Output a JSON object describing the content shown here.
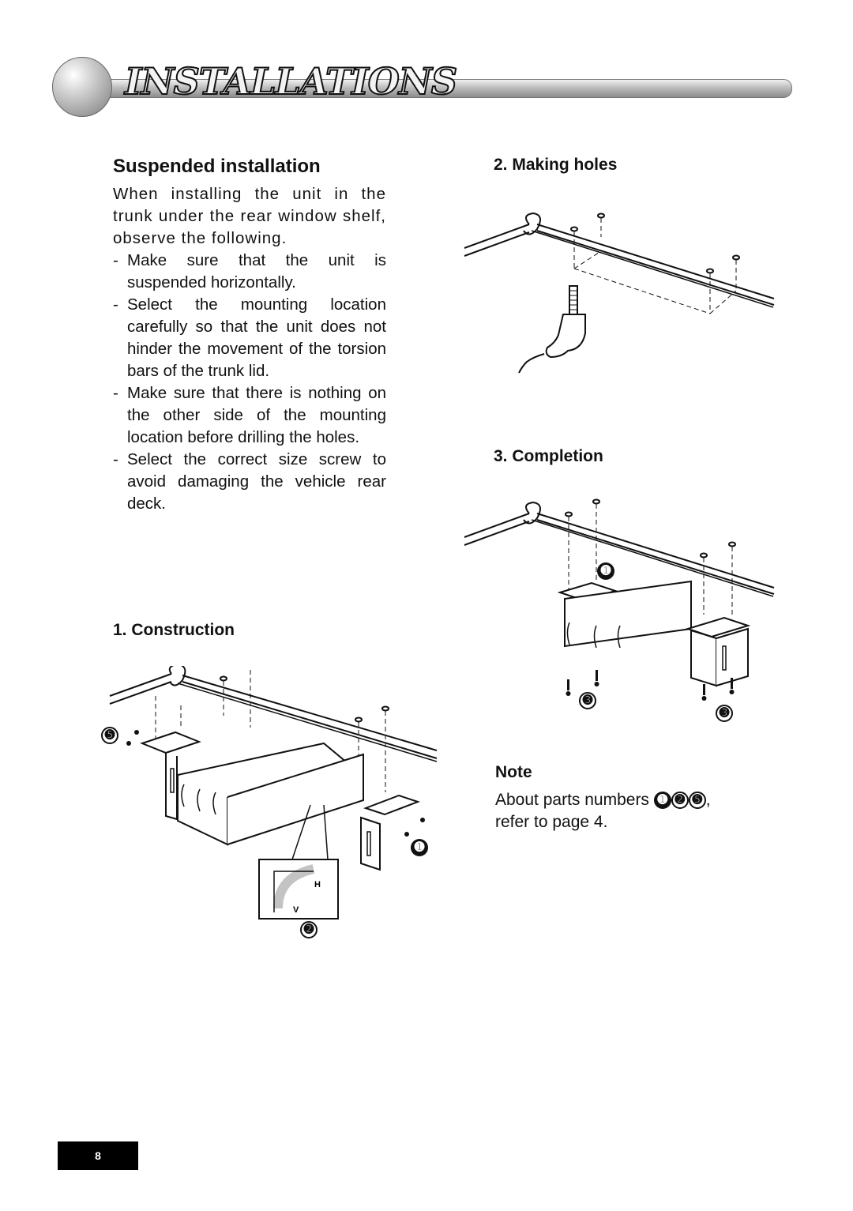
{
  "header": {
    "title": "INSTALLATIONS"
  },
  "left": {
    "heading": "Suspended installation",
    "intro": "When installing the unit in the trunk under the rear window shelf, observe the following.",
    "bullets": [
      "Make sure that the unit is suspended horizontally.",
      "Select the mounting location carefully so that the unit does not hinder the movement of the torsion bars of the trunk lid.",
      "Make sure that there is nothing on the other side of the mounting location before drilling the holes.",
      "Select the correct size screw to avoid damaging the vehicle rear deck."
    ],
    "bullet_marker": "-"
  },
  "sections": {
    "construction": "1. Construction",
    "making_holes": "2. Making holes",
    "completion": "3. Completion"
  },
  "figures": {
    "construction": {
      "markers": [
        "➊",
        "➋",
        "➎"
      ],
      "gauge_labels": [
        "H",
        "V"
      ]
    },
    "completion": {
      "markers": [
        "➊",
        "➌",
        "➌"
      ]
    }
  },
  "note": {
    "title": "Note",
    "body_prefix": "About parts numbers",
    "parts": [
      "➊",
      "➋",
      "➎"
    ],
    "body_suffix": ",",
    "body_line2": "refer to page 4."
  },
  "footer": {
    "page_number": "8"
  }
}
